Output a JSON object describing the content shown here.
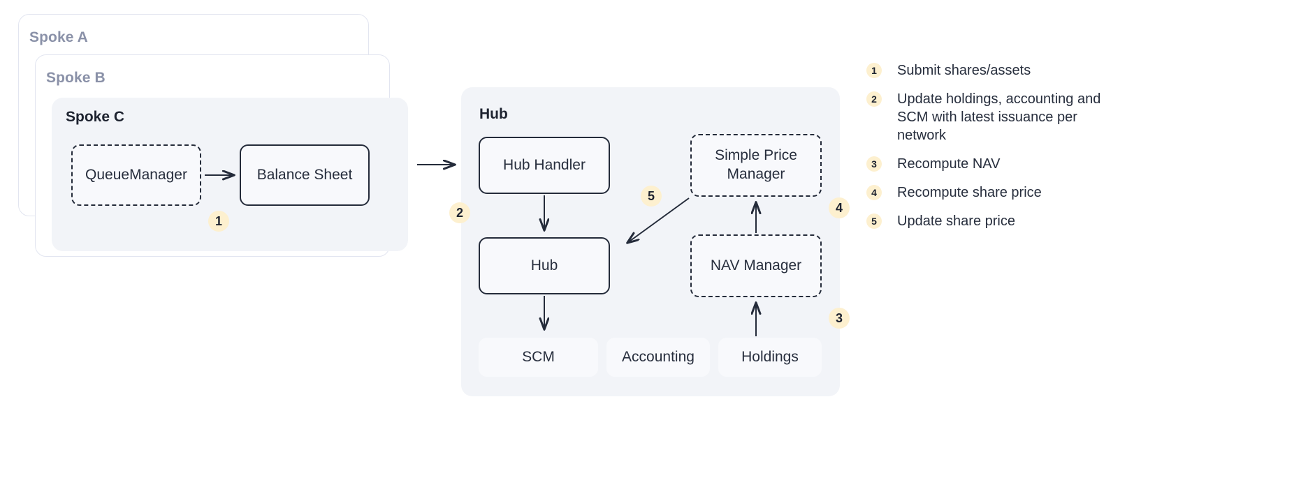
{
  "diagram": {
    "spokes": [
      {
        "label": "Spoke A"
      },
      {
        "label": "Spoke B"
      },
      {
        "label": "Spoke C"
      }
    ],
    "spoke_c_nodes": [
      {
        "label": "QueueManager",
        "style": "dashed"
      },
      {
        "label": "Balance Sheet",
        "style": "solid"
      }
    ],
    "hub": {
      "label": "Hub",
      "nodes": [
        {
          "label": "Hub Handler",
          "style": "solid"
        },
        {
          "label": "Hub",
          "style": "solid"
        },
        {
          "label": "Simple Price Manager",
          "style": "dashed"
        },
        {
          "label": "NAV Manager",
          "style": "dashed"
        },
        {
          "label": "SCM",
          "style": "plain"
        },
        {
          "label": "Accounting",
          "style": "plain"
        },
        {
          "label": "Holdings",
          "style": "plain"
        }
      ]
    },
    "step_markers": [
      {
        "number": "1"
      },
      {
        "number": "2"
      },
      {
        "number": "3"
      },
      {
        "number": "4"
      },
      {
        "number": "5"
      }
    ],
    "legend": [
      {
        "number": "1",
        "text": "Submit shares/assets"
      },
      {
        "number": "2",
        "text": "Update holdings, accounting and SCM with latest issuance per network"
      },
      {
        "number": "3",
        "text": "Recompute NAV"
      },
      {
        "number": "4",
        "text": "Recompute share price"
      },
      {
        "number": "5",
        "text": "Update share price"
      }
    ],
    "colors": {
      "badge_bg": "#fdf0cf",
      "card_bg": "#f2f4f8",
      "node_bg": "#f8f9fc",
      "border": "#242b3a",
      "spoke_border": "#e2e5f0",
      "muted_text": "#8a91a8",
      "text": "#1e2330"
    }
  }
}
